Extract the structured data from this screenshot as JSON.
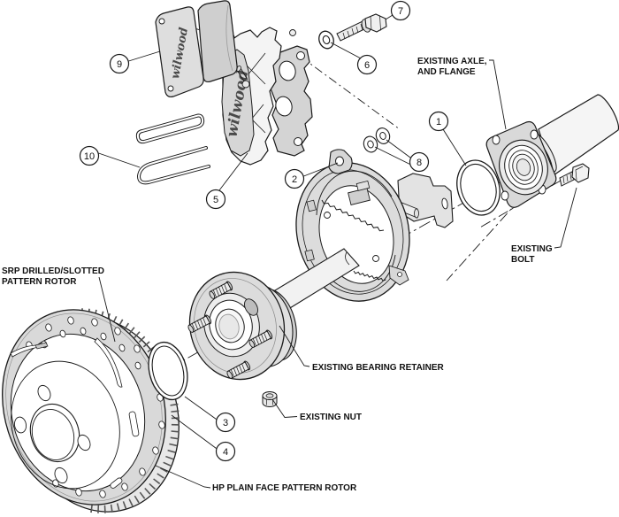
{
  "figure": {
    "type": "exploded-assembly-diagram",
    "subject": "rear disc brake kit with parking brake, axle and hub"
  },
  "colors": {
    "line": "#1a1a1a",
    "fill_light": "#dcdcdc",
    "fill_mid": "#cfcfcf",
    "background": "#ffffff"
  },
  "logo": {
    "caliper_script": "wilwood",
    "pad_script": "wilwood"
  },
  "callouts": {
    "c1": "1",
    "c2": "2",
    "c3": "3",
    "c4": "4",
    "c5": "5",
    "c6": "6",
    "c7": "7",
    "c8": "8",
    "c9": "9",
    "c10": "10"
  },
  "labels": {
    "axle": {
      "line1": "EXISTING AXLE,",
      "line2": "AND FLANGE"
    },
    "bolt": {
      "line1": "EXISTING",
      "line2": "BOLT"
    },
    "bearing_retainer": {
      "line1": "EXISTING BEARING RETAINER"
    },
    "nut": {
      "line1": "EXISTING NUT"
    },
    "srp_rotor": {
      "line1": "SRP DRILLED/SLOTTED",
      "line2": "PATTERN ROTOR"
    },
    "hp_rotor": {
      "line1": "HP PLAIN FACE PATTERN ROTOR"
    }
  }
}
